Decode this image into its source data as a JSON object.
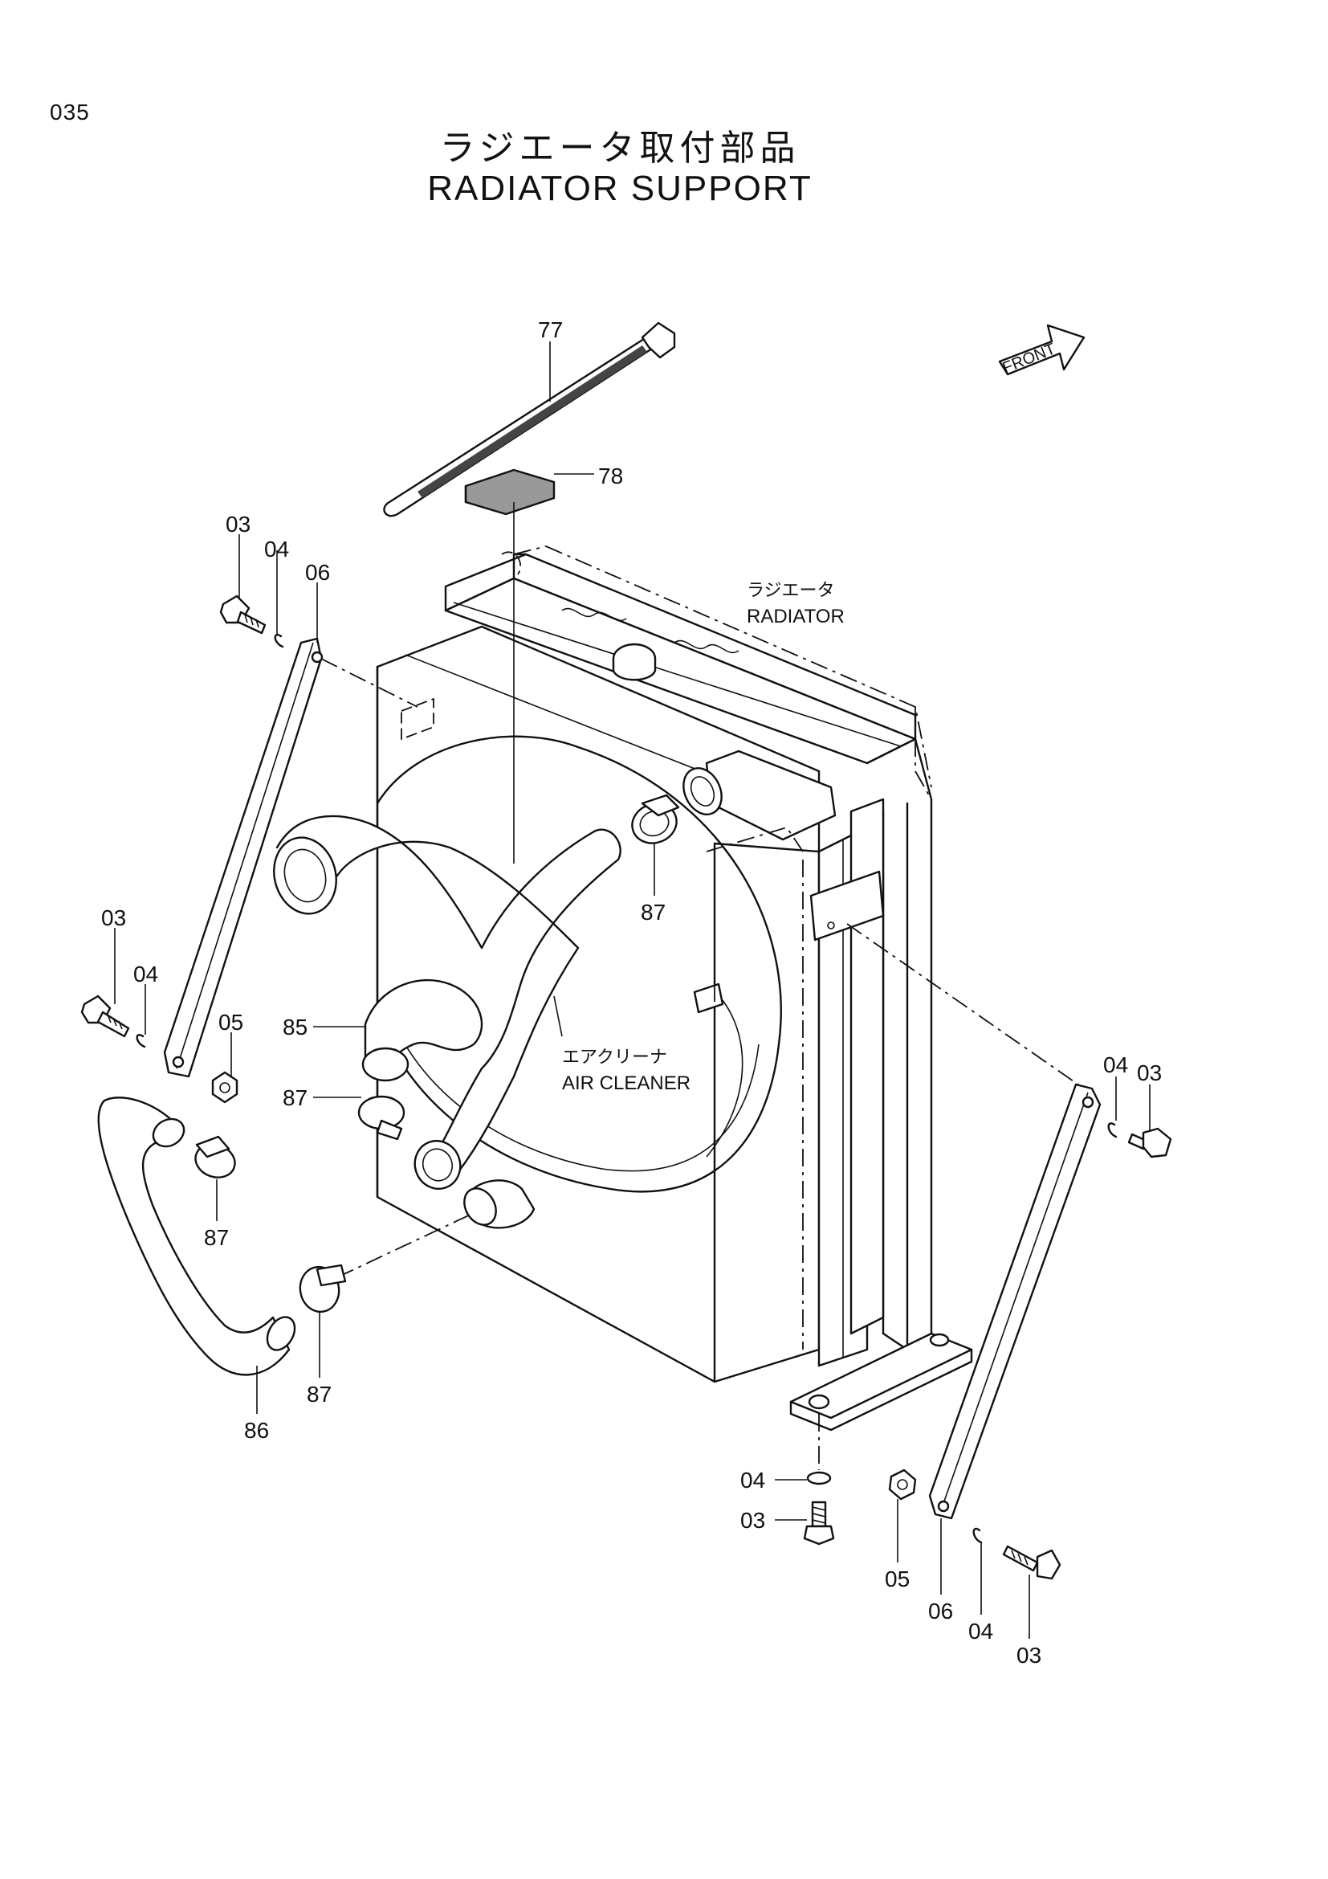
{
  "page": {
    "number": "035",
    "title_jp": "ラジエータ取付部品",
    "title_en": "RADIATOR SUPPORT"
  },
  "captions": {
    "radiator_jp": "ラジエータ",
    "radiator_en": "RADIATOR",
    "air_cleaner_jp": "エアクリーナ",
    "air_cleaner_en": "AIR CLEANER",
    "front": "FRONT"
  },
  "callouts": {
    "c77": "77",
    "c78": "78",
    "c03_a": "03",
    "c04_a": "04",
    "c06_a": "06",
    "c87_a": "87",
    "c03_b": "03",
    "c04_b": "04",
    "c05_a": "05",
    "c85": "85",
    "c87_b": "87",
    "c87_c": "87",
    "c87_d": "87",
    "c86": "86",
    "c04_c": "04",
    "c03_c": "03",
    "c04_d": "04",
    "c03_d": "03",
    "c05_b": "05",
    "c06_b": "06",
    "c04_e": "04",
    "c03_e": "03"
  },
  "colors": {
    "ink": "#111111",
    "paper": "#ffffff"
  }
}
